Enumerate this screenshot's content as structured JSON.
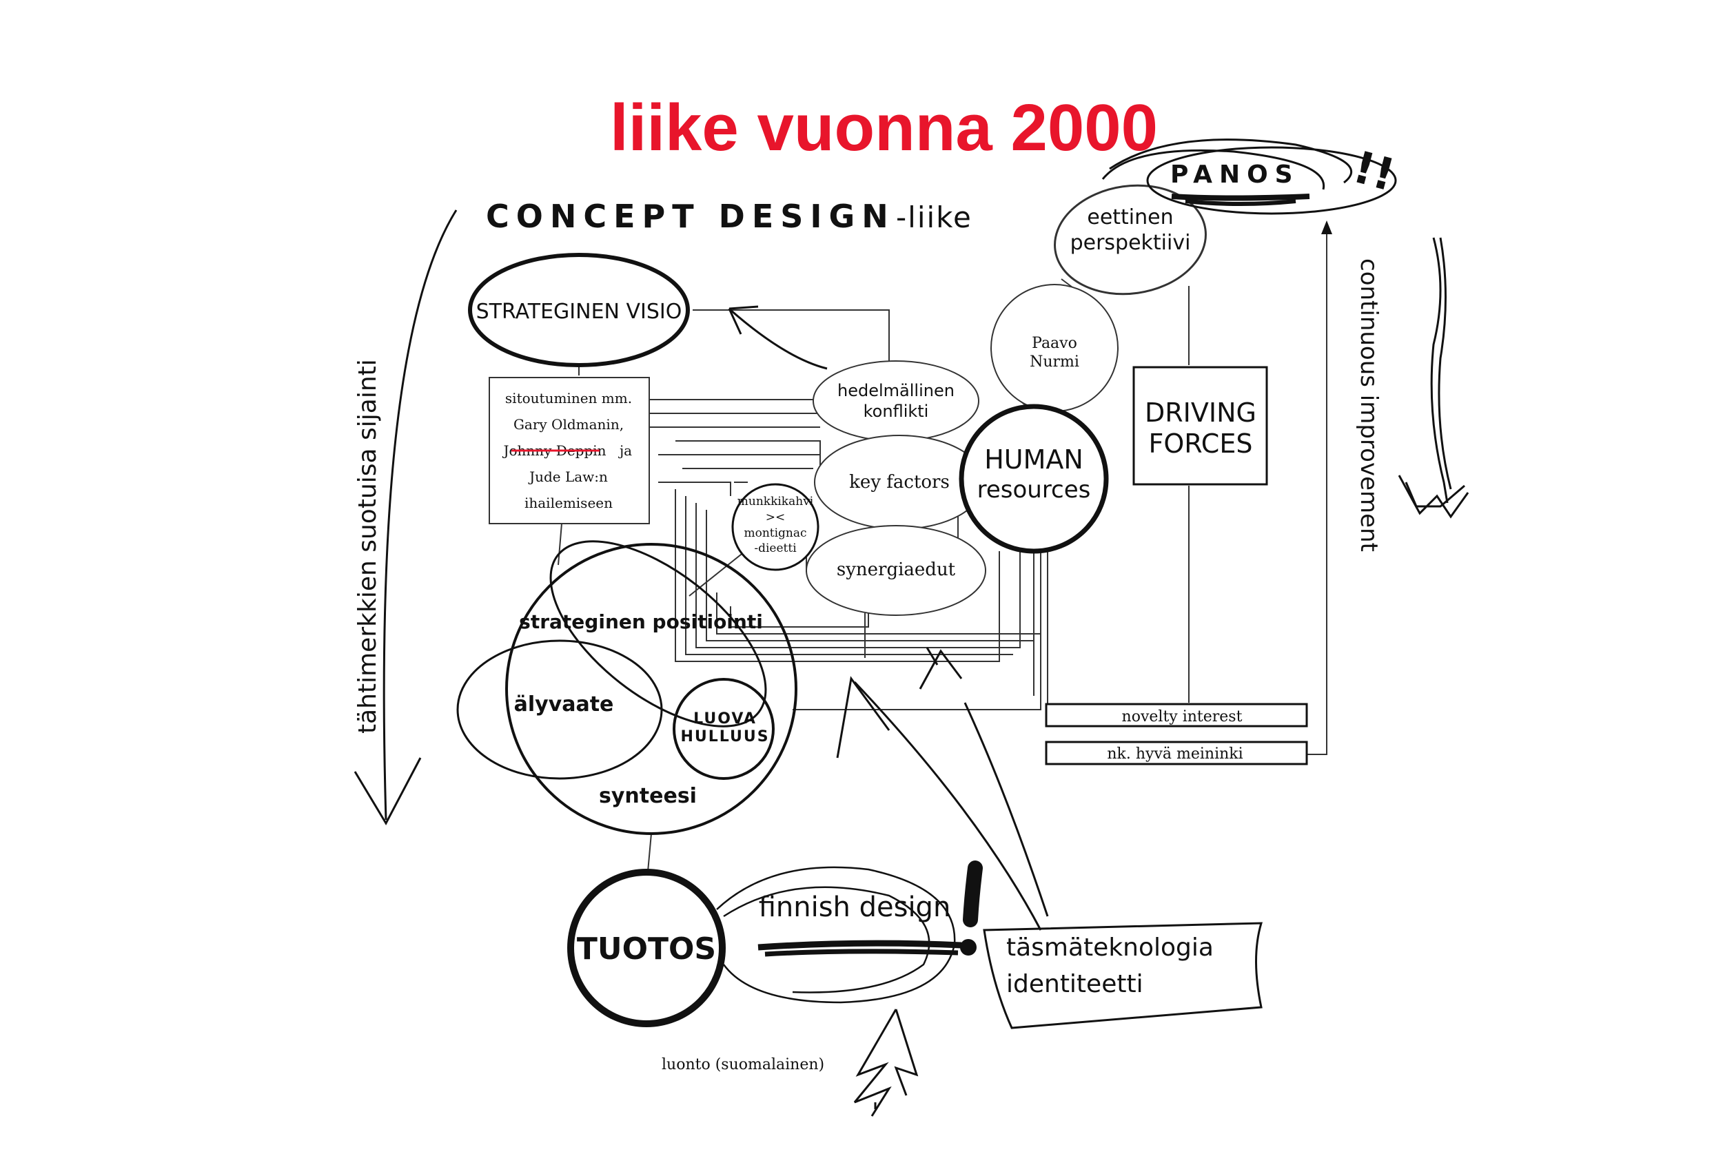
{
  "title": "liike vuonna 2000",
  "header": {
    "concept_design": "CONCEPT DESIGN",
    "liike": "-liike"
  },
  "panos": {
    "label": "PANOS",
    "exclaim": "!!"
  },
  "nodes": {
    "strateginen_visio": "STRATEGINEN VISIO",
    "sitoutuminen_lines": [
      "sitoutuminen mm.",
      "Gary Oldmanin,",
      "Johnny Deppin",
      "ja",
      "Jude Law:n",
      "ihailemiseen"
    ],
    "hedelmallinen": [
      "hedelmällinen",
      "konflikti"
    ],
    "key_factors": "key factors",
    "synergiaedut": "synergiaedut",
    "munkki": [
      "munkkikahvi",
      "><",
      "montignac",
      "-dieetti"
    ],
    "paavo": [
      "Paavo",
      "Nurmi"
    ],
    "human": [
      "HUMAN",
      "resources"
    ],
    "eettinen": [
      "eettinen",
      "perspektiivi"
    ],
    "driving": [
      "DRIVING",
      "FORCES"
    ],
    "novelty": "novelty interest",
    "meininki": "nk. hyvä meininki",
    "strateginen_positiointi": "strateginen positiointi",
    "alyvaate": "älyvaate",
    "luova": [
      "LUOVA",
      "HULLUUS"
    ],
    "synteesi": "synteesi",
    "tuotos": "TUOTOS",
    "finnish_design": "finnish design",
    "tasmateknologia": "täsmäteknologia",
    "identiteetti": "identiteetti",
    "luonto": "luonto (suomalainen)"
  },
  "side_labels": {
    "left": "tähtimerkkien suotuisa sijainti",
    "right": "continuous improvement"
  },
  "colors": {
    "title": "#e8152b",
    "ink": "#111111",
    "strike": "#e8152b"
  }
}
